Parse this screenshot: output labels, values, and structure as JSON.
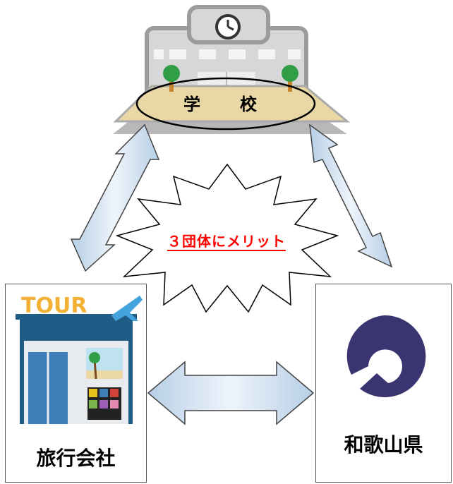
{
  "school": {
    "label": "学　校"
  },
  "burst": {
    "text": "３団体にメリット"
  },
  "agency": {
    "label": "旅行会社",
    "sign_text": "TOUR"
  },
  "prefecture": {
    "label": "和歌山県"
  },
  "colors": {
    "arrow_fill": "#cfe0f0",
    "merit_text": "#ff0000",
    "emblem": "#3a3470"
  }
}
